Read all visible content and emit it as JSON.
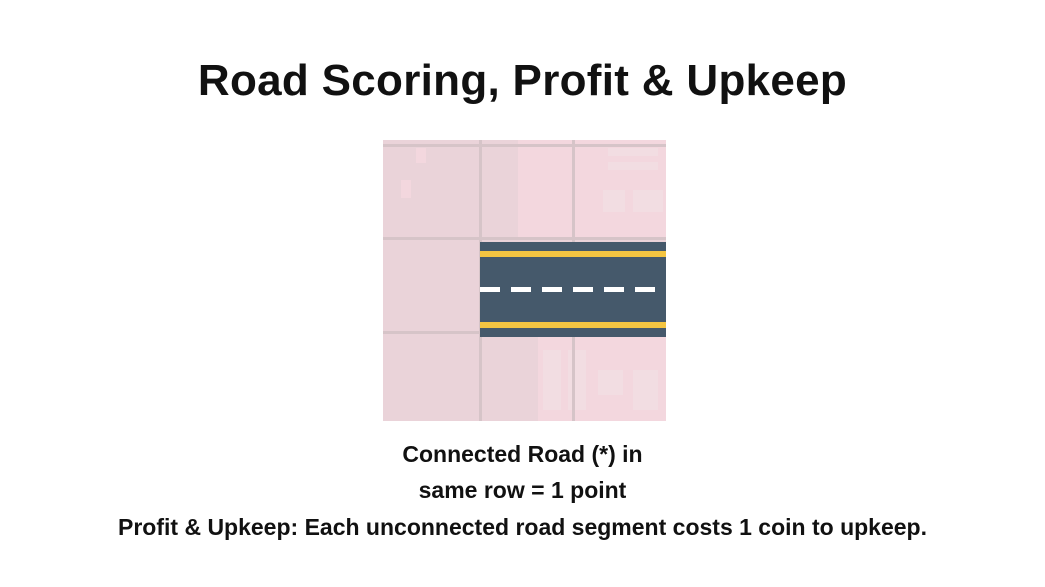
{
  "title": "Road Scoring, Profit & Upkeep",
  "illustration": {
    "icon": "road-tile-icon",
    "colors": {
      "ground": "#ead3d9",
      "grid_lines": "#d6c4c8",
      "asphalt": "#45596b",
      "edge_lines": "#f4c542",
      "center_dashes": "#ffffff"
    }
  },
  "caption": {
    "line1": "Connected Road (*) in",
    "line2": "same row = 1 point",
    "line3": "Profit & Upkeep: Each unconnected road segment costs 1 coin to upkeep."
  }
}
